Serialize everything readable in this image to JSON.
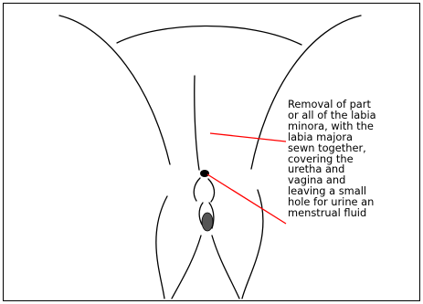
{
  "diagram": {
    "caption_lines": [
      "Removal of part",
      "or all of the labia",
      "minora, with the",
      "labia majora",
      "sewn together,",
      "covering the",
      "uretha and",
      "vagina and",
      "leaving a small",
      "hole for urine an",
      "menstrual fluid"
    ],
    "colors": {
      "outline": "#000000",
      "pointer_lines": "#ff0000",
      "opening_fill": "#000000",
      "anus_fill": "#555555",
      "background": "#ffffff"
    }
  }
}
